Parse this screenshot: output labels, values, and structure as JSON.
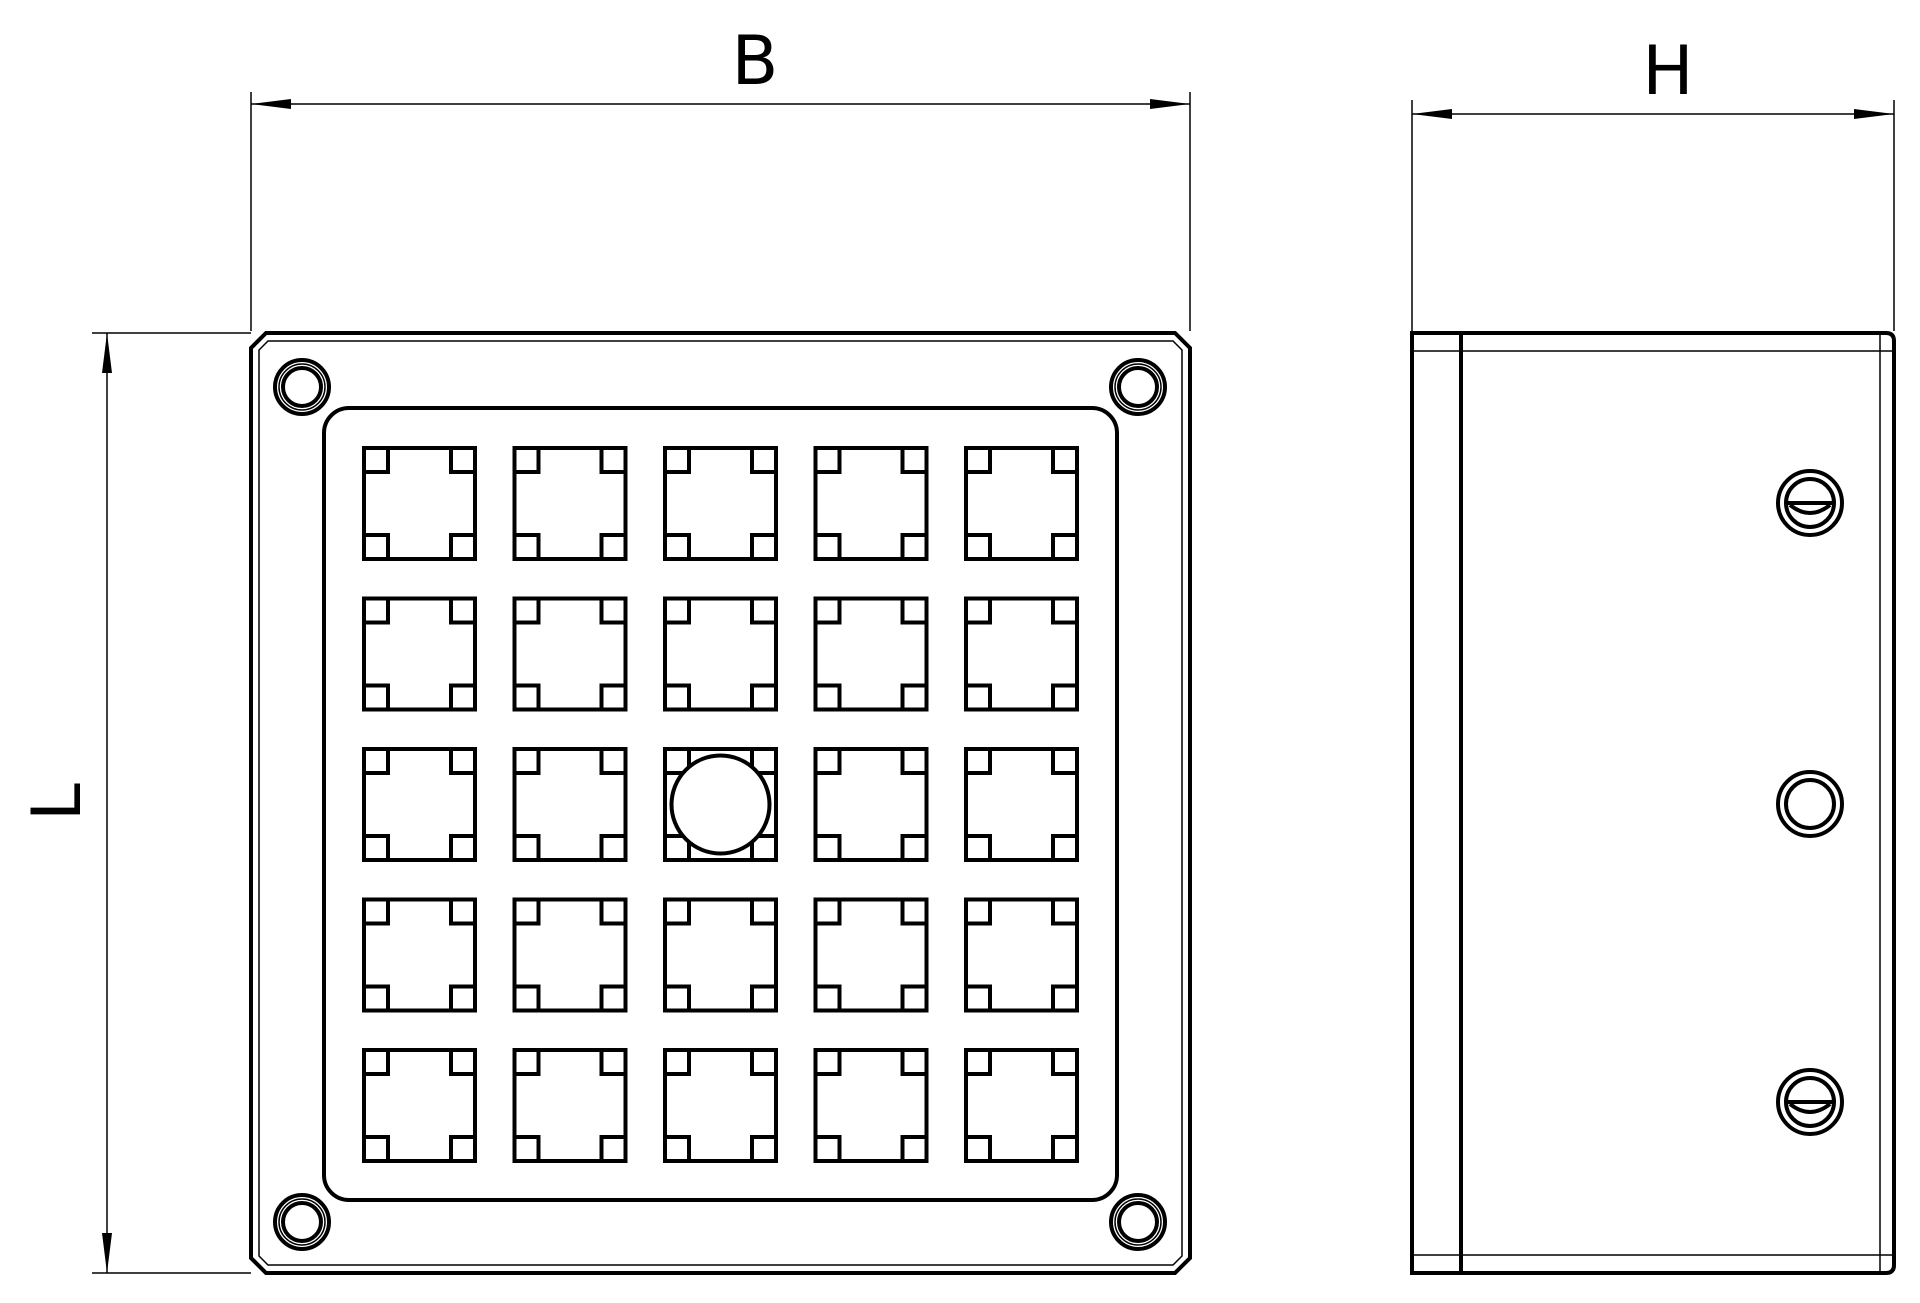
{
  "drawing": {
    "front_view": {
      "width_label": "B",
      "length_label": "L",
      "grid_rows": 5,
      "grid_cols": 5,
      "round_opening_position": {
        "row": 3,
        "col": 3
      }
    },
    "side_view": {
      "height_label": "H",
      "screw_count": 3
    },
    "line_color": "#000000",
    "background_color": "#ffffff"
  }
}
